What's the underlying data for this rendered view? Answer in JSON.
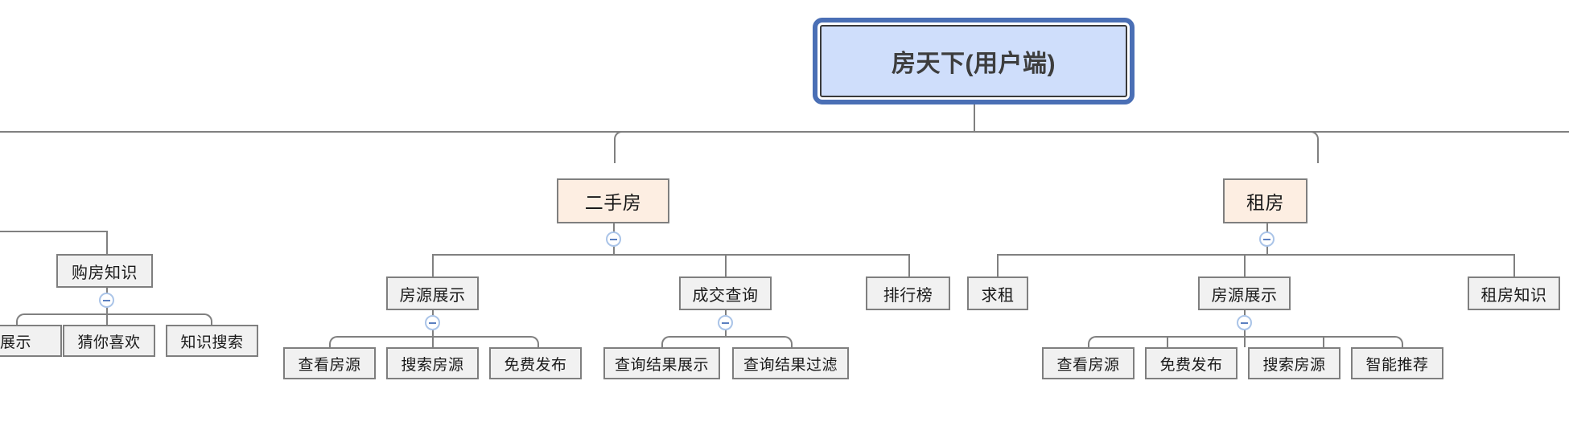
{
  "diagram": {
    "type": "mindmap-tree",
    "title": "房天下(用户端)",
    "orientation": "top-down",
    "colors": {
      "root_fill": "#cfdefb",
      "root_selection_border": "#4a6fb5",
      "level2_fill": "#fdeee2",
      "leaf_fill": "#f1f1f1",
      "node_border": "#7f7f7f",
      "connector": "#808080",
      "badge_border": "#aac4e8",
      "badge_glyph": "#5b7fc0"
    },
    "badge_icon": "collapse-minus-icon"
  },
  "root": {
    "label": "房天下(用户端)"
  },
  "branches": [
    {
      "id": "cut-left",
      "label": "",
      "children": [
        {
          "label": "购房知识",
          "children": [
            {
              "label": "展示"
            },
            {
              "label": "猜你喜欢"
            },
            {
              "label": "知识搜索"
            }
          ]
        }
      ]
    },
    {
      "id": "ershoufang",
      "label": "二手房",
      "children": [
        {
          "label": "房源展示",
          "children": [
            {
              "label": "查看房源"
            },
            {
              "label": "搜索房源"
            },
            {
              "label": "免费发布"
            }
          ]
        },
        {
          "label": "成交查询",
          "children": [
            {
              "label": "查询结果展示"
            },
            {
              "label": "查询结果过滤"
            }
          ]
        },
        {
          "label": "排行榜",
          "children": []
        }
      ]
    },
    {
      "id": "zufang",
      "label": "租房",
      "children": [
        {
          "label": "求租",
          "children": []
        },
        {
          "label": "房源展示",
          "children": [
            {
              "label": "查看房源"
            },
            {
              "label": "免费发布"
            },
            {
              "label": "搜索房源"
            },
            {
              "label": "智能推荐"
            }
          ]
        },
        {
          "label": "租房知识",
          "children": []
        }
      ]
    }
  ]
}
